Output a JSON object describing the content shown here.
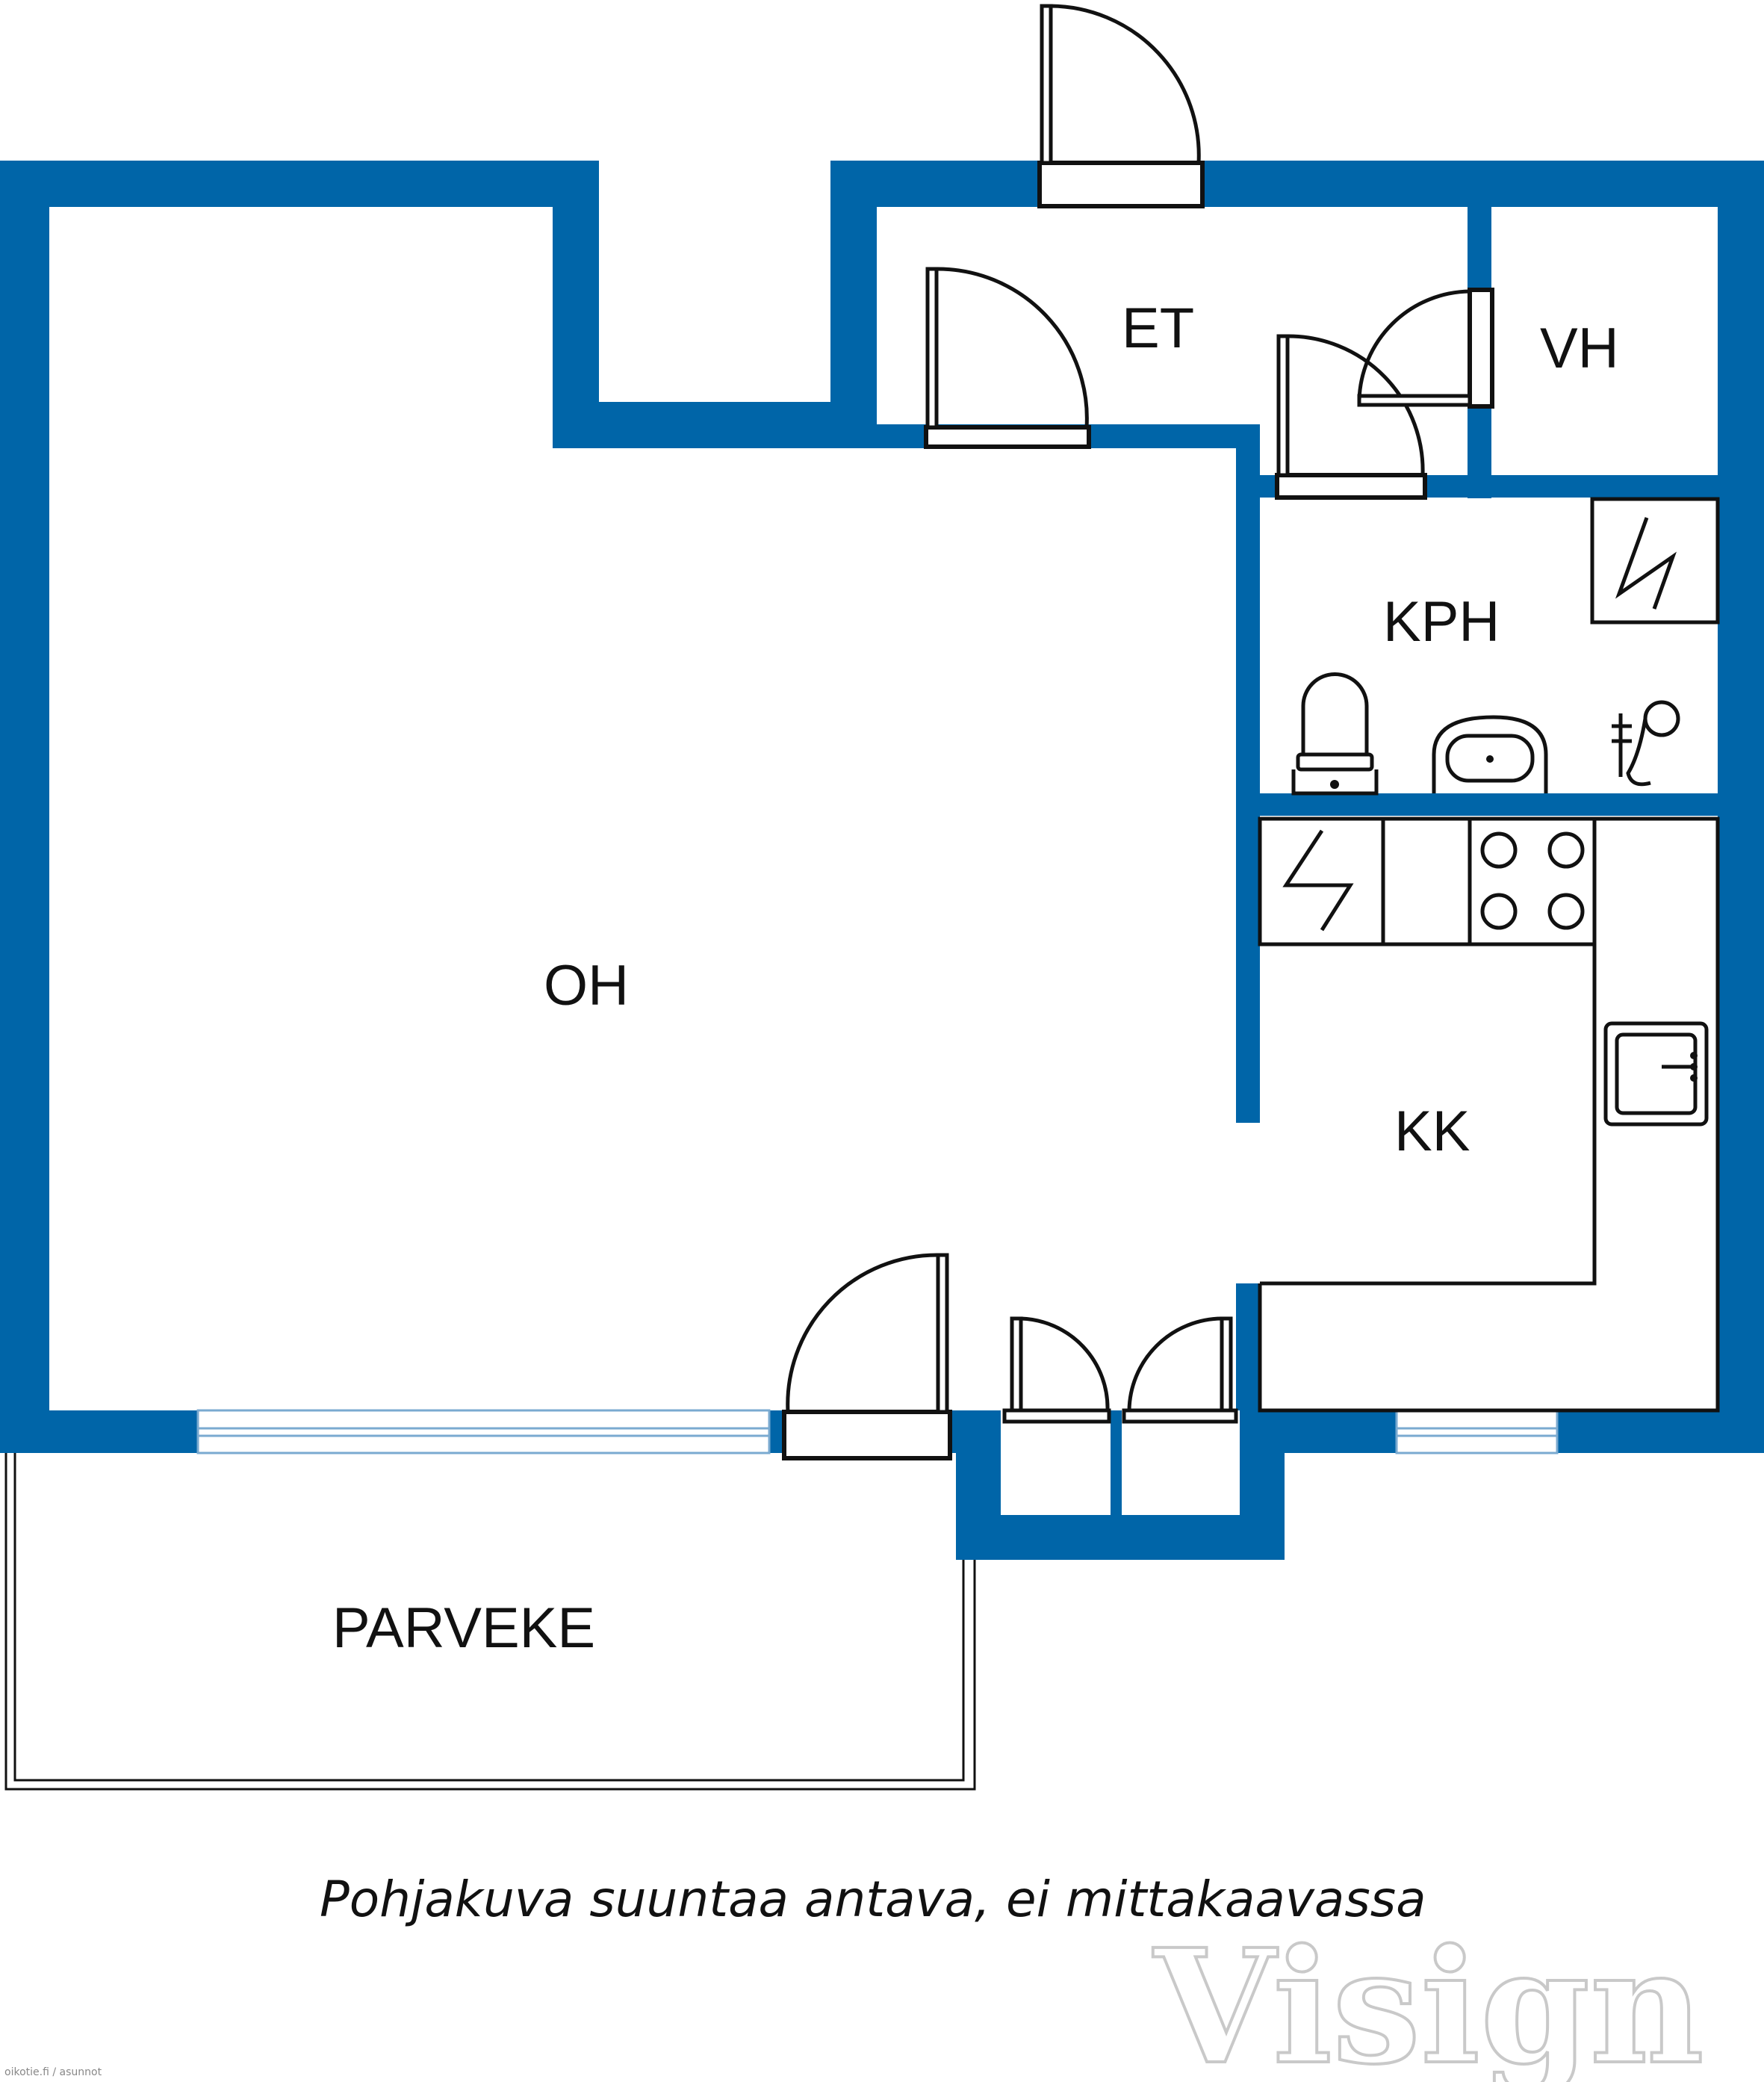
{
  "colors": {
    "wall": "#0065A8",
    "line": "#111111",
    "background": "#ffffff"
  },
  "rooms": {
    "et": "ET",
    "vh": "VH",
    "kph": "KPH",
    "oh": "OH",
    "kk": "KK",
    "parveke": "PARVEKE"
  },
  "caption": "Pohjakuva suuntaa antava, ei mittakaavassa",
  "watermark": "Visign",
  "credit": "oikotie.fi / asunnot",
  "icons": [
    "door-icon",
    "toilet-icon",
    "washbasin-icon",
    "shower-icon",
    "electric-panel-icon",
    "stove-icon",
    "sink-icon",
    "window-icon"
  ]
}
